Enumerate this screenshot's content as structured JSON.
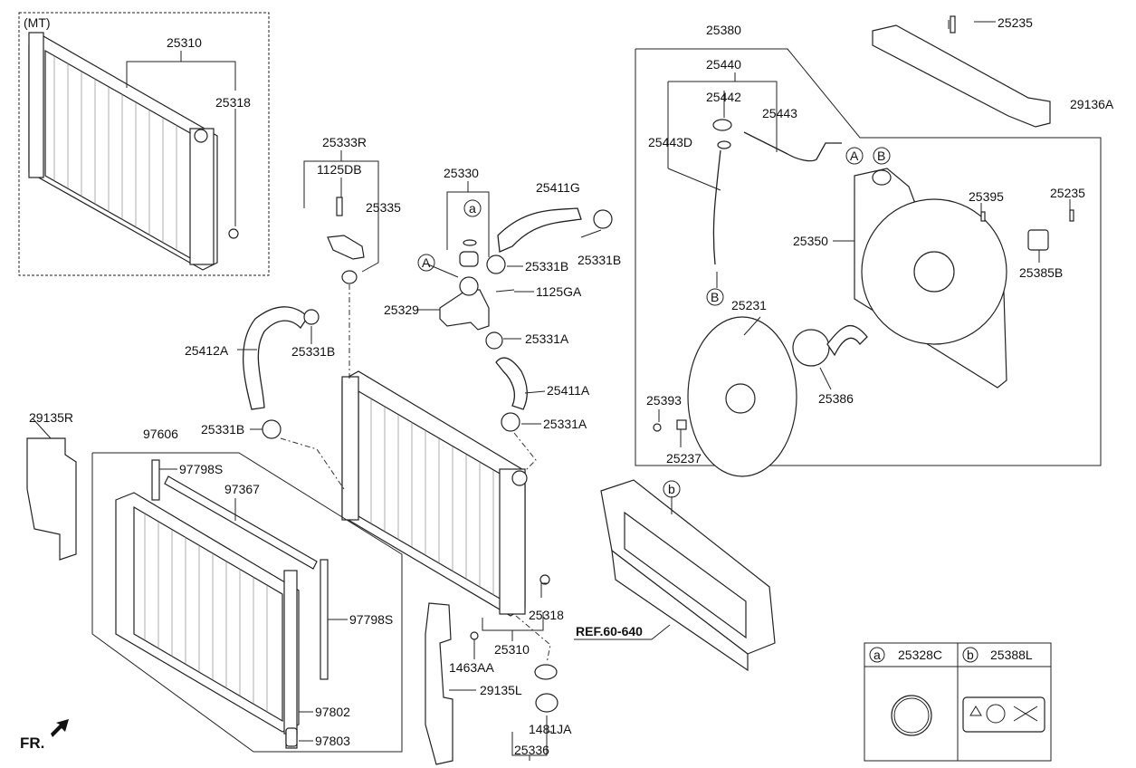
{
  "labels": {
    "mt": "(MT)",
    "p25310_top": "25310",
    "p25318_top": "25318",
    "p25333R": "25333R",
    "p1125DB": "1125DB",
    "p25335": "25335",
    "p25330": "25330",
    "a_circle_1": "a",
    "A_circle_1": "A",
    "p25331B_1": "25331B",
    "p25411G": "25411G",
    "p25331B_2": "25331B",
    "p25329": "25329",
    "p1125GA": "1125GA",
    "p25331A_1": "25331A",
    "p25412A": "25412A",
    "p25331B_3": "25331B",
    "p25411A": "25411A",
    "p25331B_4": "25331B",
    "p25331A_2": "25331A",
    "p29135R": "29135R",
    "p97606": "97606",
    "p97798S_1": "97798S",
    "p97367": "97367",
    "p97798S_2": "97798S",
    "p97802": "97802",
    "p97803": "97803",
    "p25318_bottom": "25318",
    "p25310_bottom": "25310",
    "p1463AA": "1463AA",
    "p29135L": "29135L",
    "p1481JA": "1481JA",
    "p25336": "25336",
    "ref": "REF.60-640",
    "b_circle_1": "b",
    "p25380": "25380",
    "p25440": "25440",
    "p25442": "25442",
    "p25443": "25443",
    "p25443D": "25443D",
    "A_circle_2": "A",
    "B_circle_1": "B",
    "p25235_top": "25235",
    "p29136A": "29136A",
    "p25395": "25395",
    "p25235_mid": "25235",
    "p25350": "25350",
    "p25385B": "25385B",
    "B_circle_2": "B",
    "p25231": "25231",
    "p25386": "25386",
    "p25393": "25393",
    "p25237": "25237",
    "fr": "FR."
  },
  "legend": {
    "a_letter": "a",
    "a_part": "25328C",
    "b_letter": "b",
    "b_part": "25388L"
  }
}
